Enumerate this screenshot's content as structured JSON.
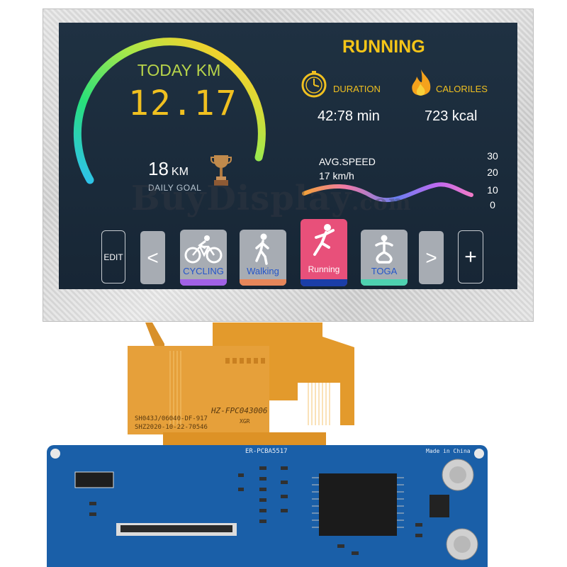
{
  "dashboard": {
    "today_label": "TODAY KM",
    "today_value": "12.17",
    "goal_value": "18",
    "goal_unit": "KM",
    "goal_label": "DAILY GOAL",
    "activity_title": "RUNNING",
    "duration_label": "DURATION",
    "duration_value": "42:78 min",
    "calories_label": "CALORILES",
    "calories_value": "723 kcal",
    "avg_speed_label": "AVG.SPEED",
    "avg_speed_value": "17 km/h",
    "speed_ticks": [
      "30",
      "20",
      "10",
      "0"
    ]
  },
  "activity_bar": {
    "edit_label": "EDIT",
    "prev_label": "<",
    "next_label": ">",
    "add_label": "+",
    "cards": [
      {
        "label": "CYCLING",
        "icon": "cycling-icon",
        "accent": "#a061e6",
        "selected": false
      },
      {
        "label": "Walking",
        "icon": "walking-icon",
        "accent": "#e6865a",
        "selected": false
      },
      {
        "label": "Running",
        "icon": "running-icon",
        "accent": "#1a3ea8",
        "selected": true
      },
      {
        "label": "TOGA",
        "icon": "yoga-icon",
        "accent": "#4ed1b0",
        "selected": false
      }
    ]
  },
  "hardware": {
    "fpc_label": "HZ-FPC043006",
    "fpc_code_1": "SH043J/06040-DF-917",
    "fpc_code_2": "SHZ2020-10-22-70546",
    "fpc_small": "XGR",
    "pcb_label": "ER-PCBA5517",
    "pcb_origin": "Made in China"
  },
  "watermark": {
    "main": "BuyDisplay",
    "domain": ".com"
  },
  "colors": {
    "screen_bg": "#1b2b3b",
    "accent_yellow": "#f0c020",
    "running_card": "#e8507a",
    "pcb_blue": "#1a5fa8"
  }
}
